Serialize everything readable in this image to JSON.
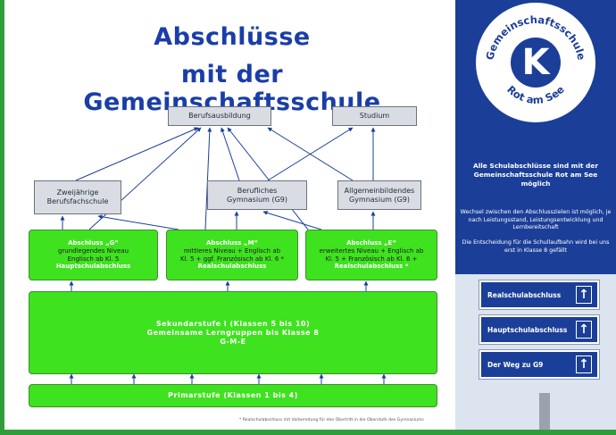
{
  "title": {
    "line1": "Abschlüsse",
    "line2": "mit der Gemeinschaftsschule"
  },
  "nodes": {
    "berufsausbildung": "Berufsausbildung",
    "studium": "Studium",
    "zweijaehrige": "Zweijährige Berufsfachschule",
    "berufliches_gym": "Berufliches Gymnasium (G9)",
    "allgemein_gym": "Allgemeinbildendes Gymnasium (G9)"
  },
  "abschluesse": [
    {
      "title": "Abschluss „G“",
      "l1": "grundlegendes Niveau",
      "l2": "Englisch ab Kl. 5",
      "l3": "Hauptschulabschluss"
    },
    {
      "title": "Abschluss „M“",
      "l1": "mittleres Niveau + Englisch ab",
      "l2": "Kl. 5 + ggf. Französisch ab Kl. 6 *",
      "l3": "Realschulabschluss"
    },
    {
      "title": "Abschluss „E“",
      "l1": "erweitertes Niveau + Englisch ab",
      "l2": "Kl. 5 + Französisch ab Kl. 6 +",
      "l3": "Realschulabschluss *"
    }
  ],
  "sekundar": {
    "l1": "Sekundarstufe I (Klassen 5 bis 10)",
    "l2": "Gemeinsame Lerngruppen bis Klasse 8",
    "l3": "G-M-E"
  },
  "primar": "Primarstufe (Klassen 1 bis 4)",
  "footnote": "* Realschulabschluss mit Vorbereitung für den Übertritt in die Oberstufe des Gymnasiums",
  "logo": {
    "top_text": "Gemeinschaftsschule",
    "bottom_text": "Rot am See",
    "letter": "K"
  },
  "panel": {
    "intro": "Alle Schulabschlüsse sind mit der Gemeinschaftsschule Rot am See möglich",
    "wechsel": "Wechsel zwischen den Abschlusszielen ist möglich, je nach Leistungsstand, Leistungsentwicklung und Lernbereitschaft",
    "entscheidung": "Die Entscheidung für die Schullaufbahn wird bei uns erst in Klasse 8 gefällt"
  },
  "signs": [
    "Realschulabschluss",
    "Hauptschulabschluss",
    "Der Weg zu G9"
  ],
  "colors": {
    "green": "#3fe21f",
    "blue": "#1b3f98",
    "title_blue": "#1a3ea8",
    "grey": "#d9dde3"
  }
}
